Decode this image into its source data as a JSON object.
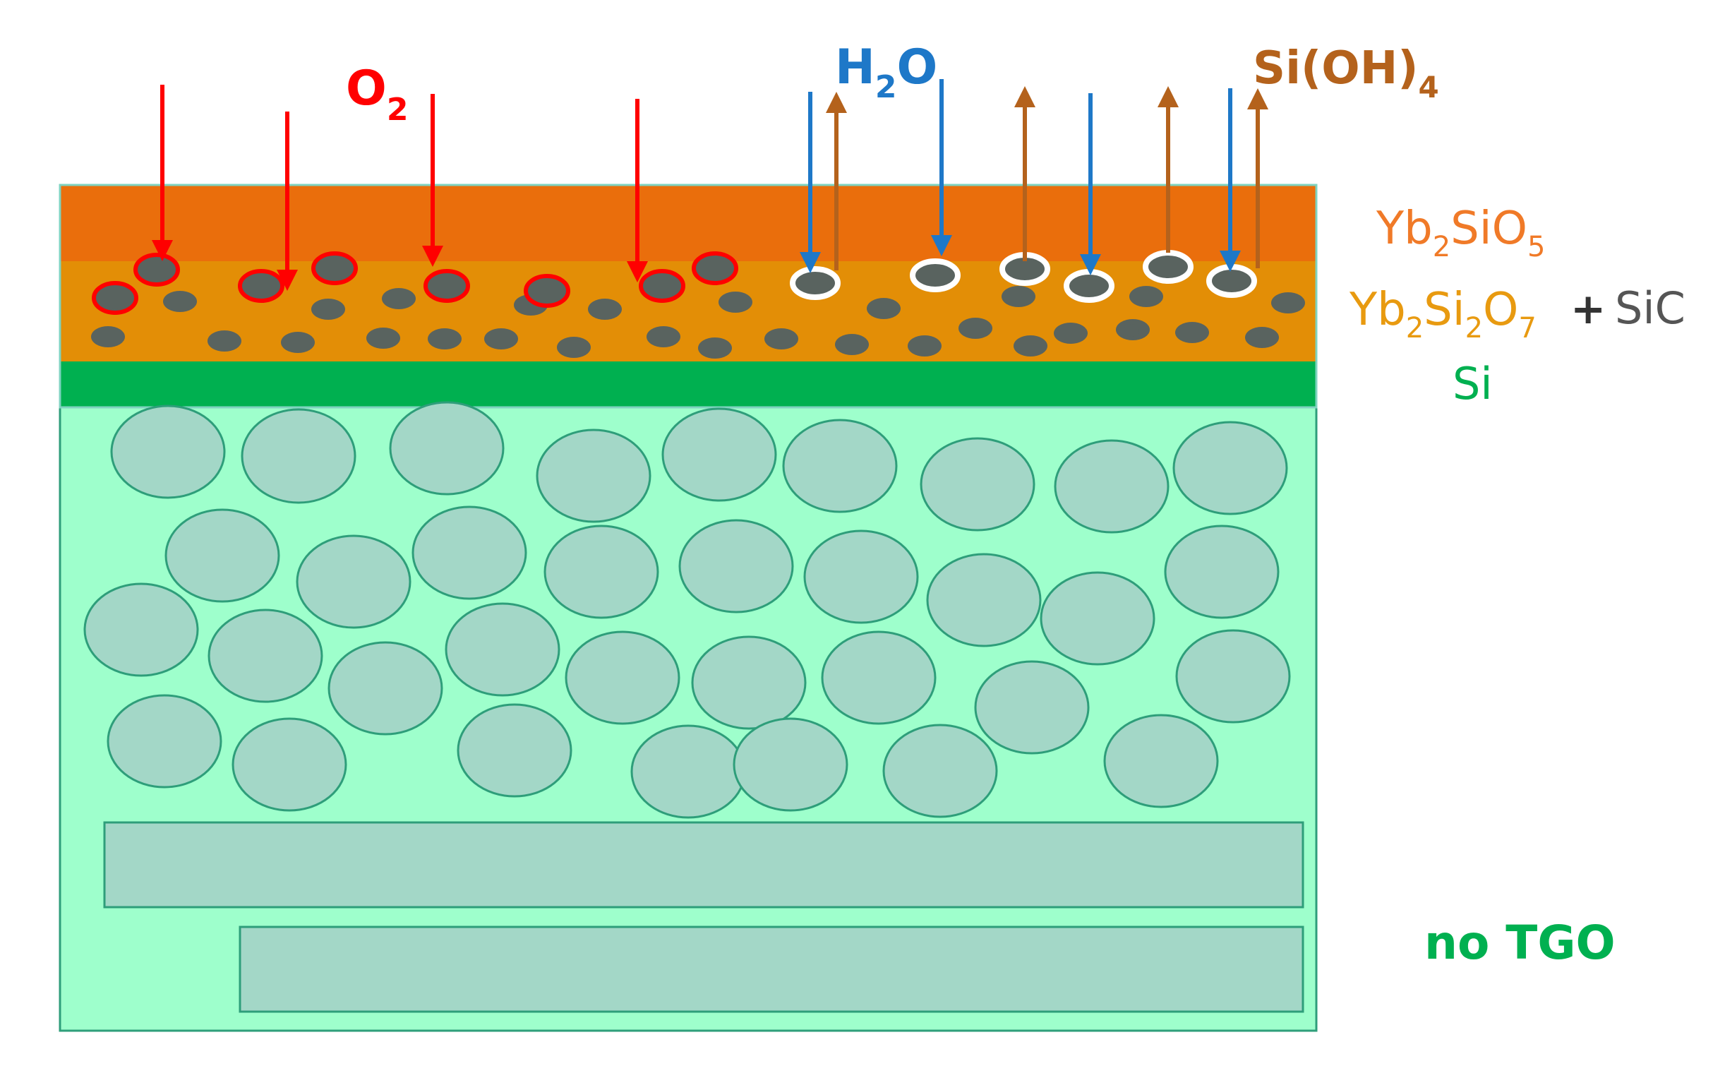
{
  "labels": {
    "o2": {
      "base": "O",
      "sub": "2"
    },
    "h2o": {
      "base1": "H",
      "sub": "2",
      "base2": "O"
    },
    "sioh4": {
      "base": "Si(OH)",
      "sub": "4"
    },
    "yb2sio5": {
      "p1": "Yb",
      "s1": "2",
      "p2": "SiO",
      "s2": "5"
    },
    "yb2si2o7": {
      "p1": "Yb",
      "s1": "2",
      "p2": "Si",
      "s2": "2",
      "p3": "O",
      "s3": "7"
    },
    "plus": "+",
    "sic": "SiC",
    "si": "Si",
    "no_tgo": "no TGO"
  },
  "colors": {
    "o2_red": "#ff0000",
    "h2o_blue": "#1e78c8",
    "sioh4_brown": "#b4621c",
    "yb2sio5_layer": "#ea6e0c",
    "yb2si2o7_layer": "#e38e06",
    "si_layer": "#00b050",
    "composite": "#9effcc",
    "fiber": "#a3d7c7",
    "fiber_edge": "#2e9e7a",
    "sic_particle": "#59635f",
    "label_orange": "#f07a28",
    "label_gold": "#e89a10",
    "label_dark": "#555555",
    "label_green": "#00b050"
  }
}
